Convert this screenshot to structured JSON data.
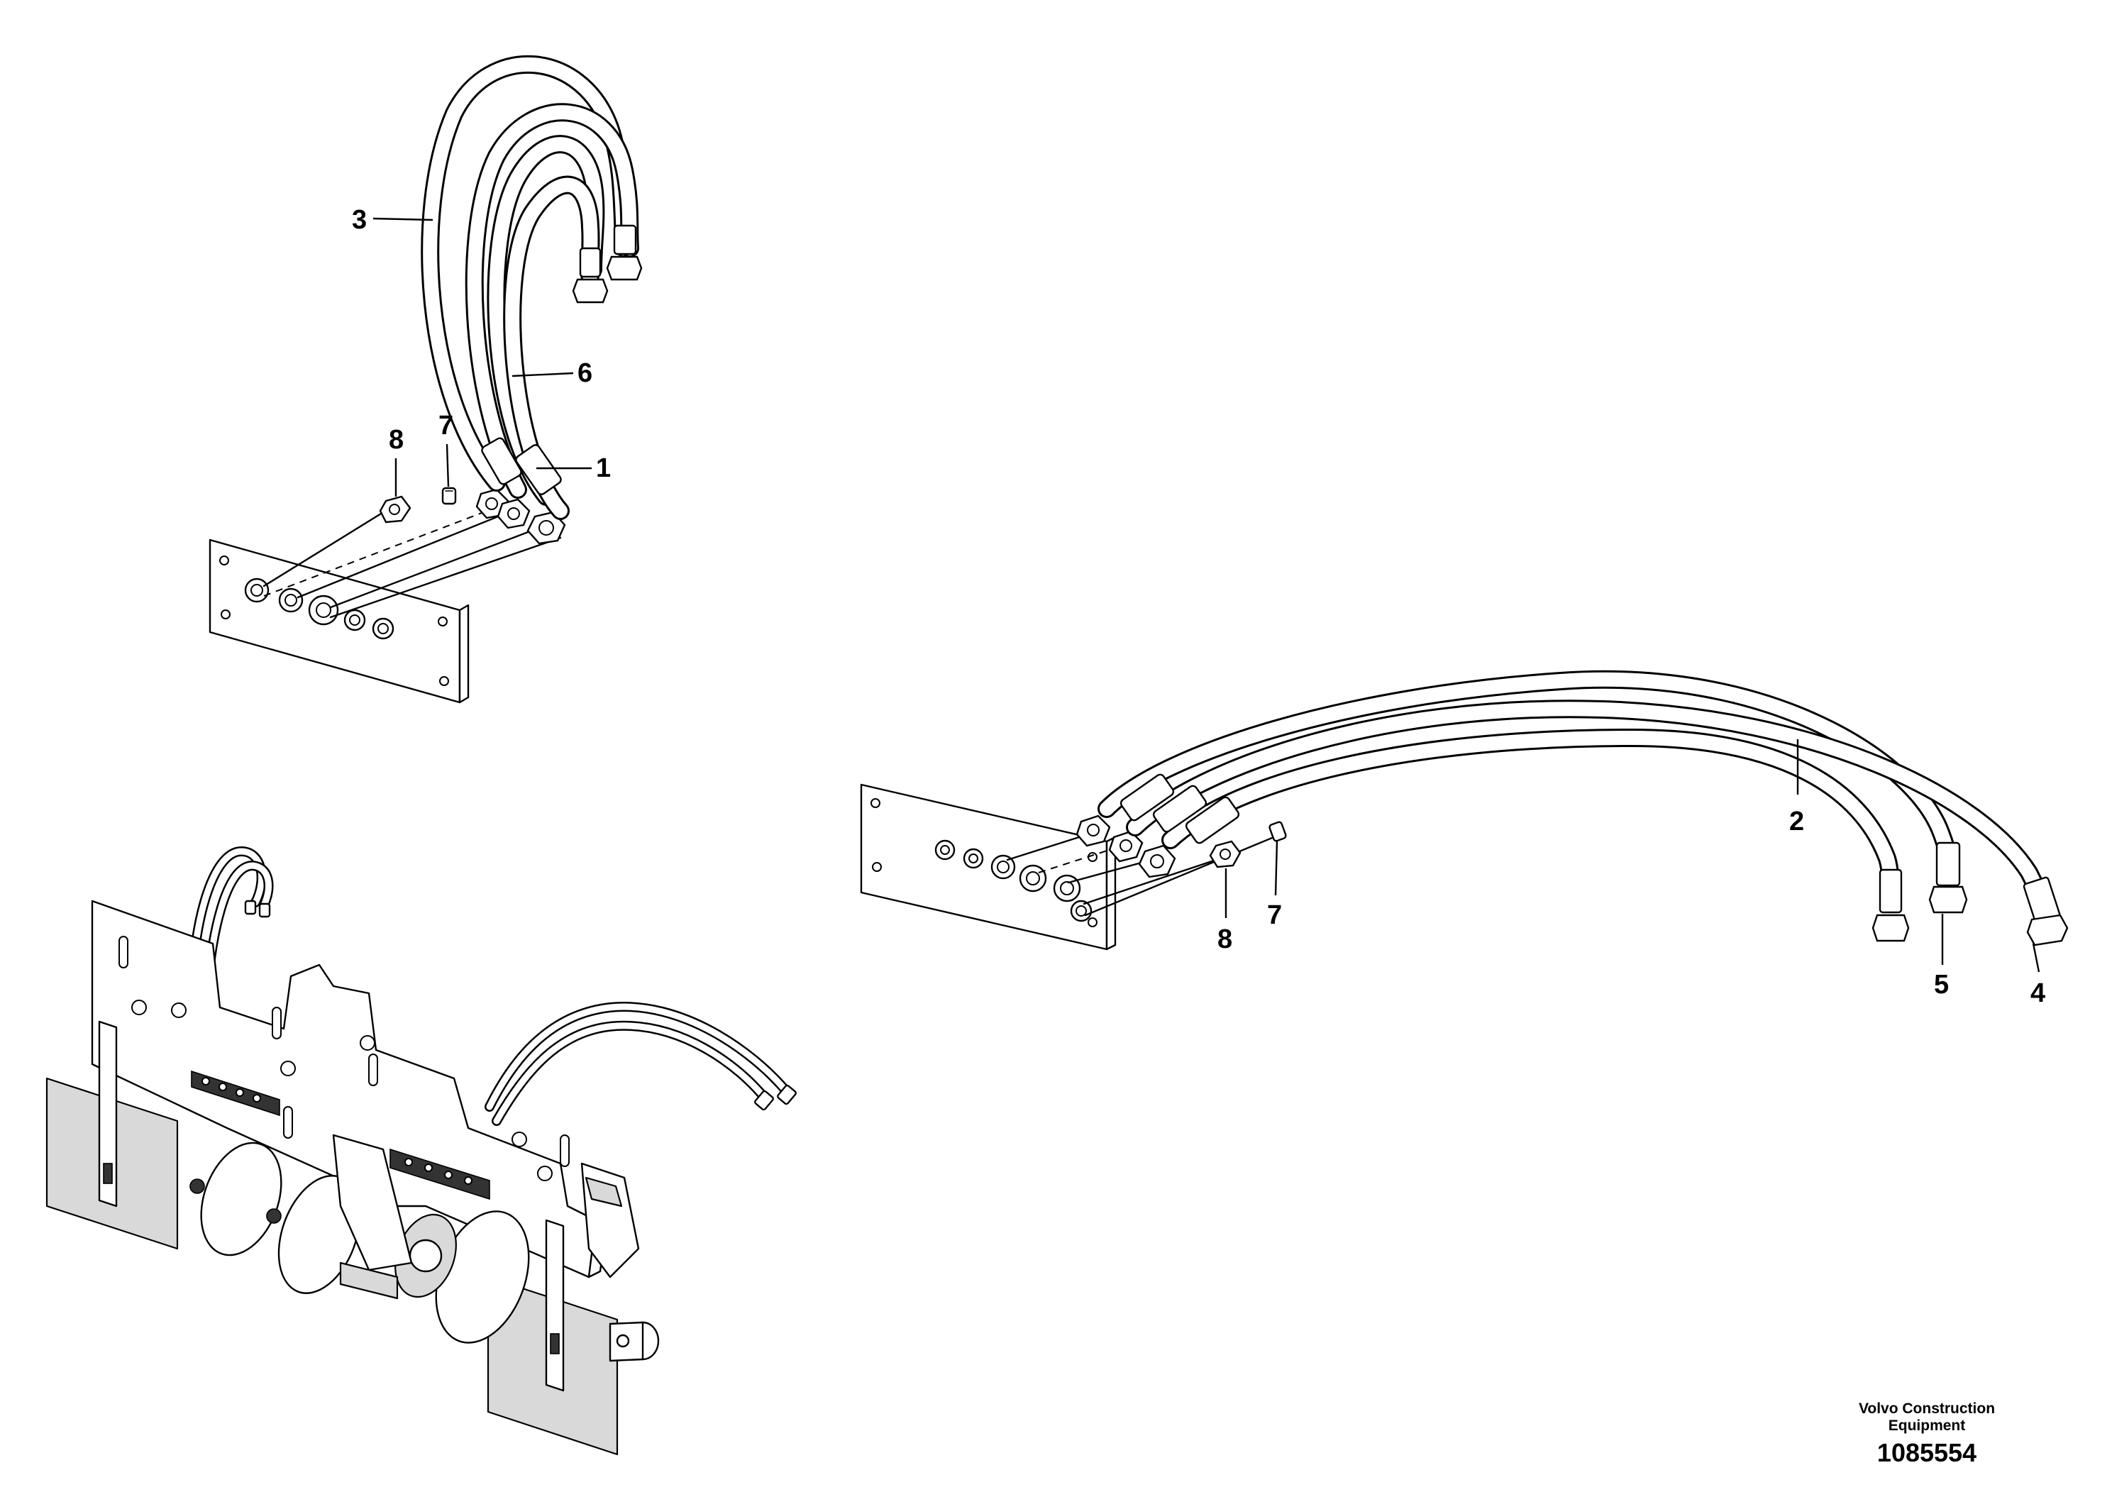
{
  "diagram": {
    "callouts": {
      "c1": "1",
      "c2": "2",
      "c3": "3",
      "c4": "4",
      "c5": "5",
      "c6": "6",
      "c7_left": "7",
      "c8_left": "8",
      "c7_right": "7",
      "c8_right": "8"
    }
  },
  "footer": {
    "brand_line1": "Volvo Construction",
    "brand_line2": "Equipment",
    "document_number": "1085554"
  }
}
